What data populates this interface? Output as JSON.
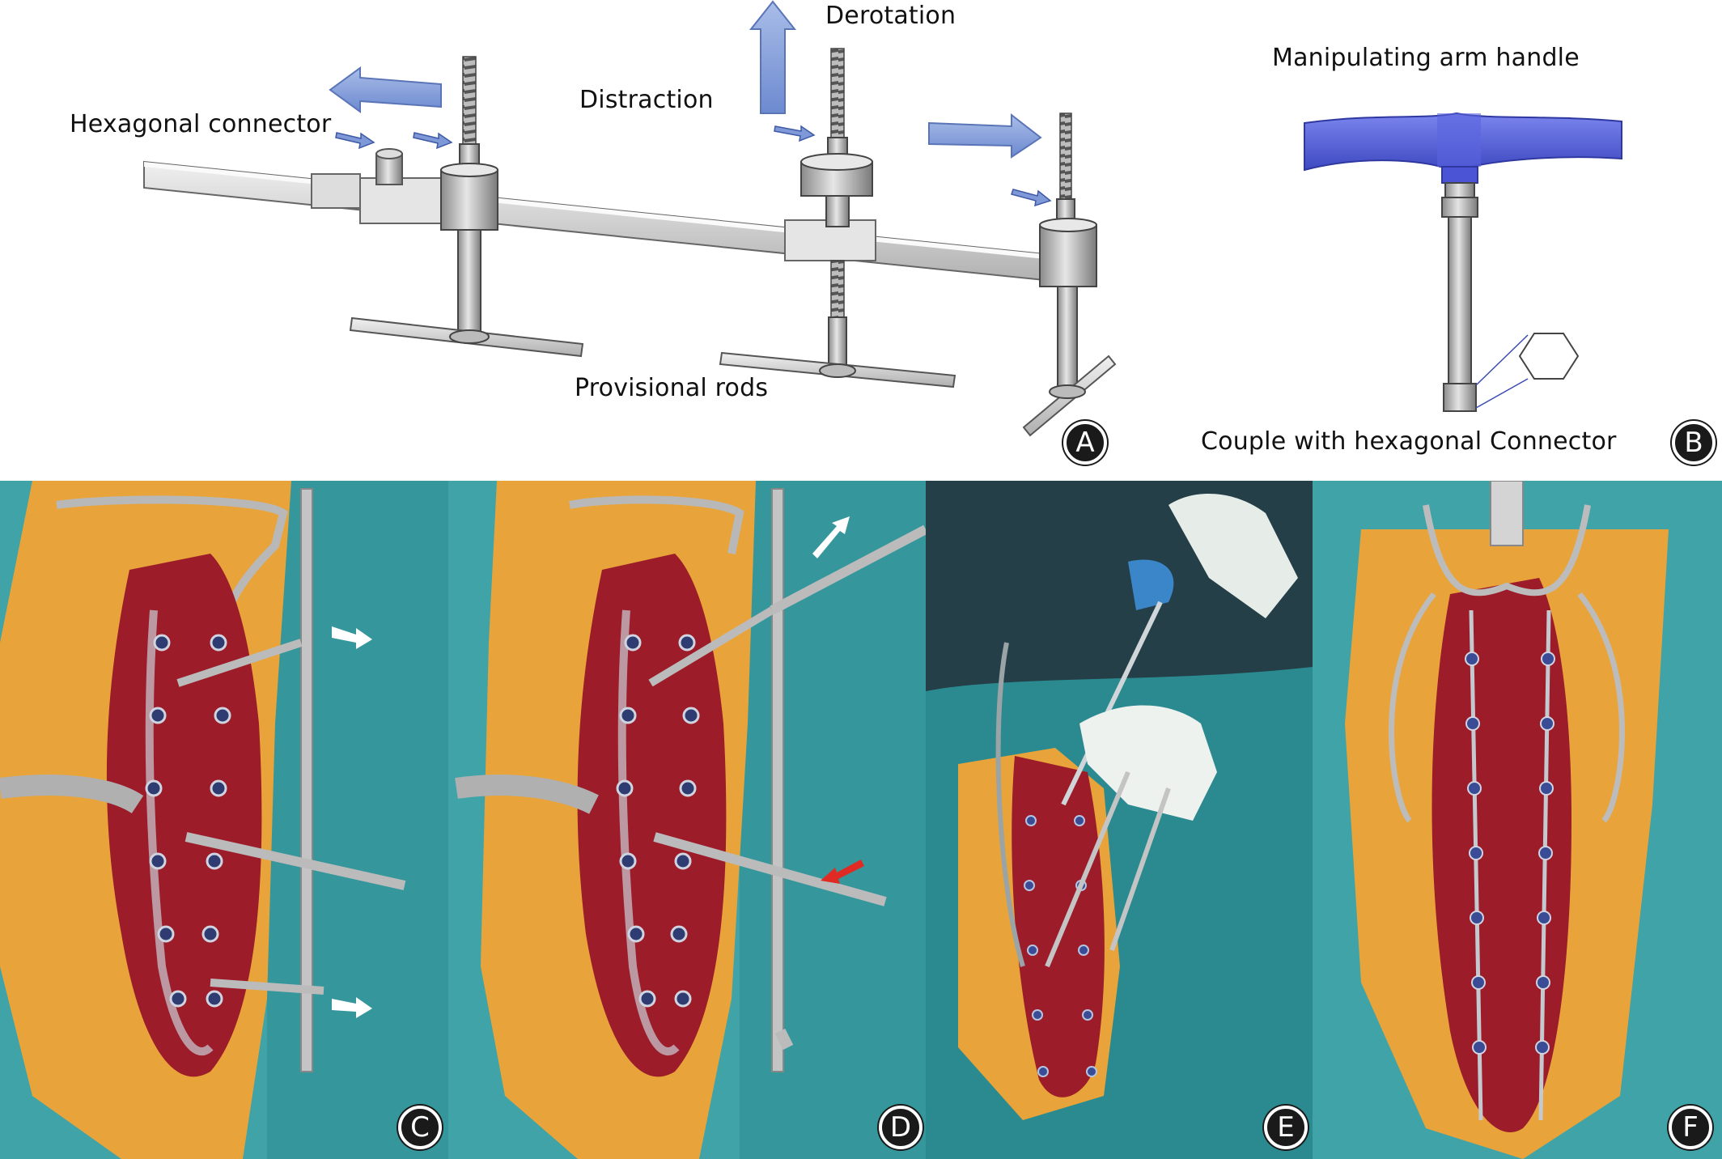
{
  "panel_a": {
    "labels": {
      "hexagonal_connector": "Hexagonal connector",
      "distraction": "Distraction",
      "derotation": "Derotation",
      "provisional_rods": "Provisional rods"
    },
    "badge": "A"
  },
  "panel_b": {
    "labels": {
      "handle": "Manipulating arm handle",
      "couple": "Couple with hexagonal Connector"
    },
    "badge": "B"
  },
  "photos": [
    {
      "badge": "C"
    },
    {
      "badge": "D"
    },
    {
      "badge": "E"
    },
    {
      "badge": "F"
    }
  ],
  "colors": {
    "arrow_blue": "#8ea6dc",
    "handle_blue": "#5560d8",
    "drape_teal": "#3fa3a8",
    "skin_yellow": "#e8a43a",
    "tissue_red": "#9c1c2a",
    "metal_gray": "#c4c4c4"
  }
}
